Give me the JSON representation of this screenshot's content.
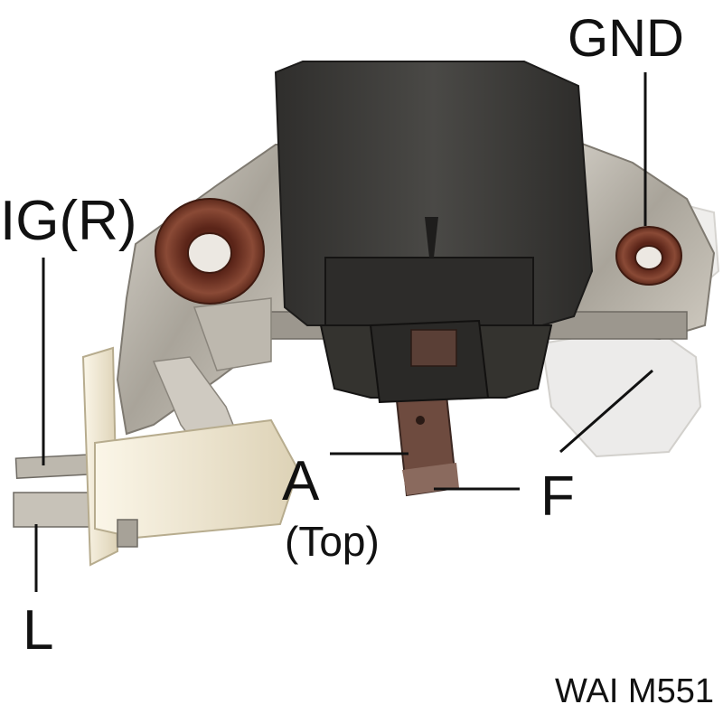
{
  "labels": {
    "gnd": "GND",
    "ig": "IG(R)",
    "a": "A",
    "top": "(Top)",
    "f": "F",
    "l": "L"
  },
  "caption": "WAI M551",
  "colors": {
    "housing": "#3b3a38",
    "metal": "#b9b4aa",
    "washer": "#7a3a2a",
    "plug": "#efe6cf",
    "terminal": "#6b4a3f",
    "leader": "#111111"
  }
}
